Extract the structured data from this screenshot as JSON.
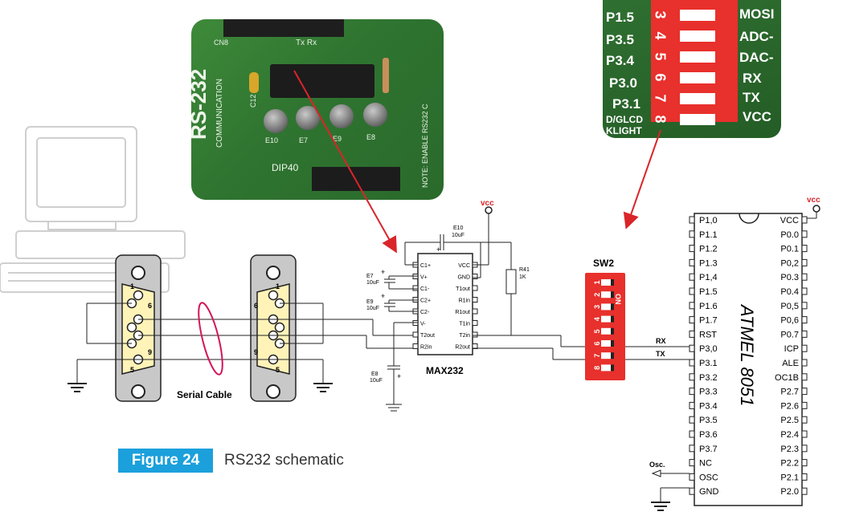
{
  "figure": {
    "label": "Figure 24",
    "caption": "RS232 schematic"
  },
  "cable_label": "Serial Cable",
  "board_photo": {
    "header_labels": [
      "CN8",
      "Tx Rx"
    ],
    "silkscreen_main": "RS-232",
    "silkscreen_sub": "COMMUNICATION",
    "side_note": "NOTE: ENABLE RS232 C",
    "cap_label_left": "C12",
    "cap_labels": [
      "E10",
      "E7",
      "E9",
      "E8"
    ],
    "bottom_label": "DIP40"
  },
  "dip_photo": {
    "left_labels": [
      "P1.5",
      "P3.5",
      "P3.4",
      "P3.0",
      "P3.1",
      "D/GLCD",
      "KLIGHT"
    ],
    "numbers": [
      "3",
      "4",
      "5",
      "6",
      "7",
      "8"
    ],
    "right_labels": [
      "MOSI",
      "ADC-",
      "DAC-",
      "RX",
      "TX",
      "VCC"
    ]
  },
  "max232": {
    "name": "MAX232",
    "pins_left": [
      "C1+",
      "V+",
      "C1-",
      "C2+",
      "C2-",
      "V-",
      "T2out",
      "R2in"
    ],
    "pins_right": [
      "VCC",
      "GND",
      "T1out",
      "R1in",
      "R1out",
      "T1in",
      "T2in",
      "R2out"
    ]
  },
  "capacitors": {
    "e10": [
      "E10",
      "10uF"
    ],
    "e7": [
      "E7",
      "10uF"
    ],
    "e9": [
      "E9",
      "10uF"
    ],
    "e8": [
      "E8",
      "10uF"
    ]
  },
  "resistor": [
    "R41",
    "1K"
  ],
  "vcc_label": "vcc",
  "sw2": {
    "name": "SW2",
    "on_label": "ON",
    "numbers": [
      "1",
      "2",
      "3",
      "4",
      "5",
      "6",
      "7",
      "8"
    ]
  },
  "mcu": {
    "name": "ATMEL 8051",
    "pins_left": [
      "P1,0",
      "P1.1",
      "P1.2",
      "P1.3",
      "P1,4",
      "P1.5",
      "P1.6",
      "P1.7",
      "RST",
      "P3,0",
      "P3.1",
      "P3.2",
      "P3.3",
      "P3.4",
      "P3.5",
      "P3.6",
      "P3.7",
      "NC",
      "OSC",
      "GND"
    ],
    "pins_right": [
      "VCC",
      "P0.0",
      "P0.1",
      "P0,2",
      "P0.3",
      "P0.4",
      "P0,5",
      "P0,6",
      "P0.7",
      "ICP",
      "ALE",
      "OC1B",
      "P2.7",
      "P2.6",
      "P2.5",
      "P2.4",
      "P2.3",
      "P2.2",
      "P2.1",
      "P2.0"
    ]
  },
  "signals": {
    "rx": "RX",
    "tx": "TX",
    "osc": "Osc."
  },
  "connectors": {
    "left": {
      "top": "1",
      "side_left": "6",
      "side_right": "9",
      "bottom": "5"
    },
    "right": {
      "top": "1",
      "side_left": "6",
      "side_right": "9",
      "bottom": "5"
    }
  },
  "colors": {
    "accent": "#1ba0dc",
    "arrow": "#d9252a",
    "vcc": "#d9252a",
    "dip": "#e8302c"
  }
}
